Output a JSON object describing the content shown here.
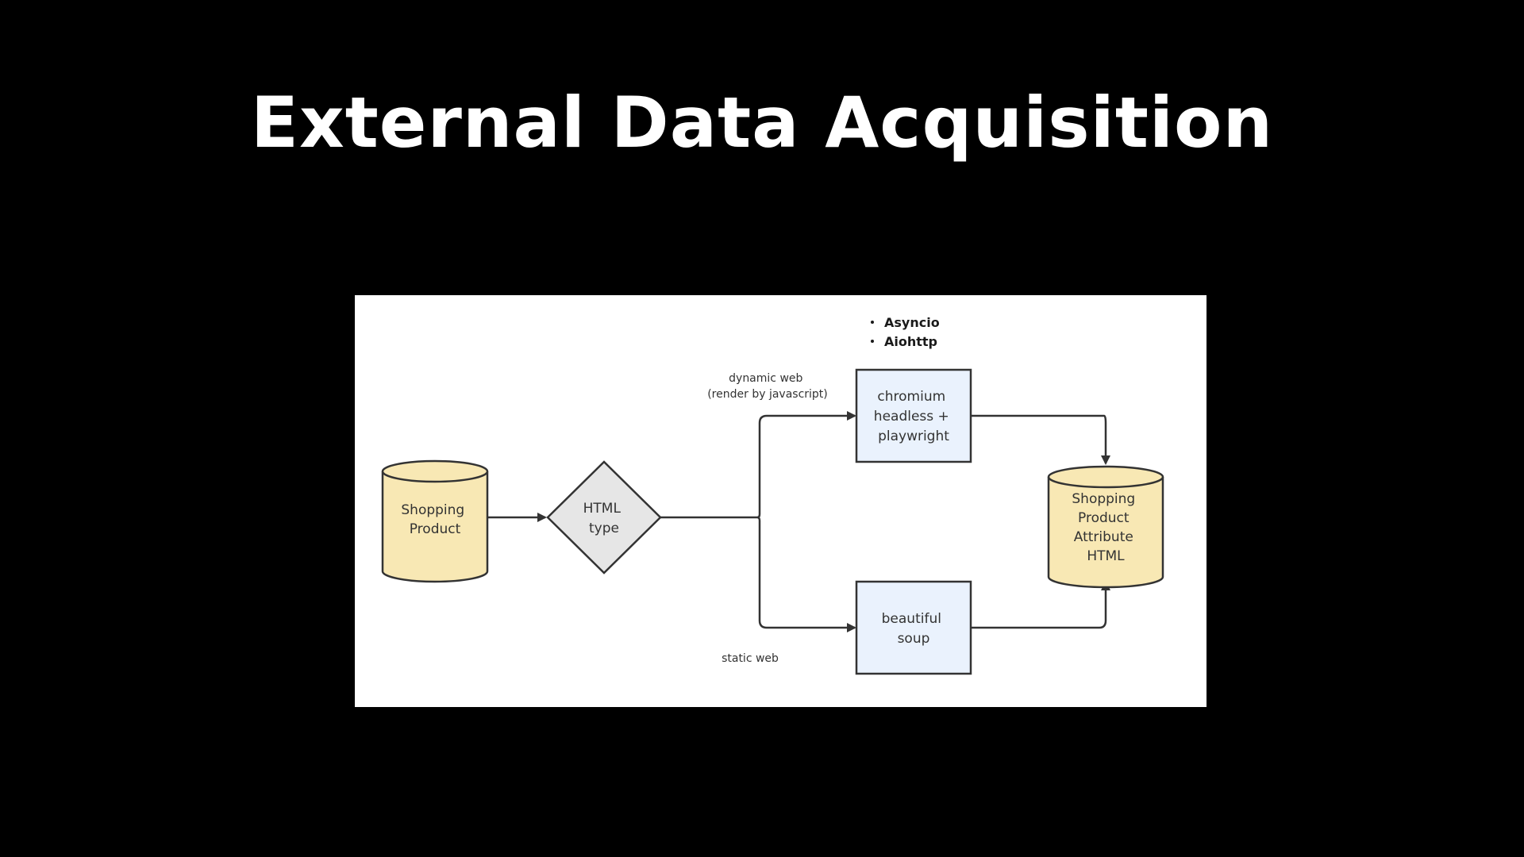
{
  "title": "External Data Acquisition",
  "diagram": {
    "nodes": {
      "source_db": {
        "lines": [
          "Shopping",
          "Product"
        ]
      },
      "decision": {
        "lines": [
          "HTML",
          "type"
        ]
      },
      "chromium": {
        "lines": [
          "chromium",
          "headless +",
          "playwright"
        ]
      },
      "soup": {
        "lines": [
          "beautiful",
          "soup"
        ]
      },
      "target_db": {
        "lines": [
          "Shopping",
          "Product",
          "Attribute",
          "HTML"
        ]
      }
    },
    "edge_labels": {
      "dynamic": [
        "dynamic web",
        "(render by javascript)"
      ],
      "static": "static web"
    },
    "notes": [
      "Asyncio",
      "Aiohttp"
    ],
    "colors": {
      "database_fill": "#f8e8b4",
      "decision_fill": "#e6e6e6",
      "process_fill": "#eaf2fd",
      "stroke": "#333333"
    }
  }
}
